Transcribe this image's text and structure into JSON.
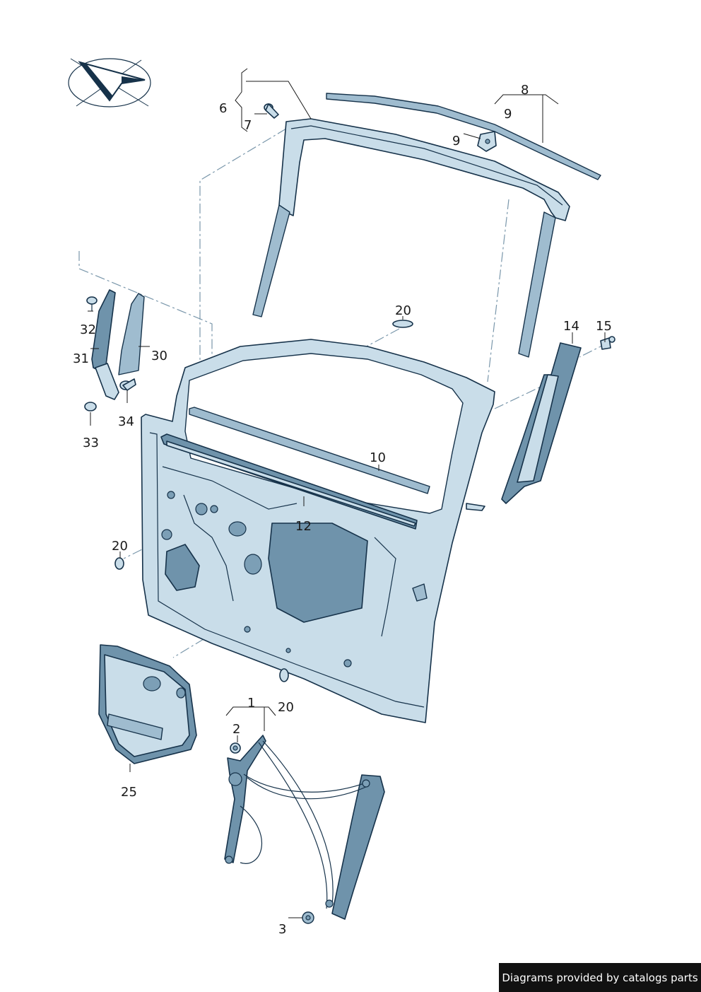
{
  "callouts": {
    "c1": "1",
    "c2": "2",
    "c3": "3",
    "c6": "6",
    "c7": "7",
    "c8": "8",
    "c9a": "9",
    "c9b": "9",
    "c10": "10",
    "c12": "12",
    "c14": "14",
    "c15": "15",
    "c20a": "20",
    "c20b": "20",
    "c20c": "20",
    "c25": "25",
    "c30": "30",
    "c31": "31",
    "c32": "32",
    "c33": "33",
    "c34": "34"
  },
  "credit": "Diagrams provided by catalogs parts",
  "icons": {
    "orientation": "orientation-arrow-icon"
  },
  "colors": {
    "part_fill": "#c9dde9",
    "part_shade": "#6f93ab",
    "outline": "#16324a",
    "dash": "#7a97ab"
  }
}
